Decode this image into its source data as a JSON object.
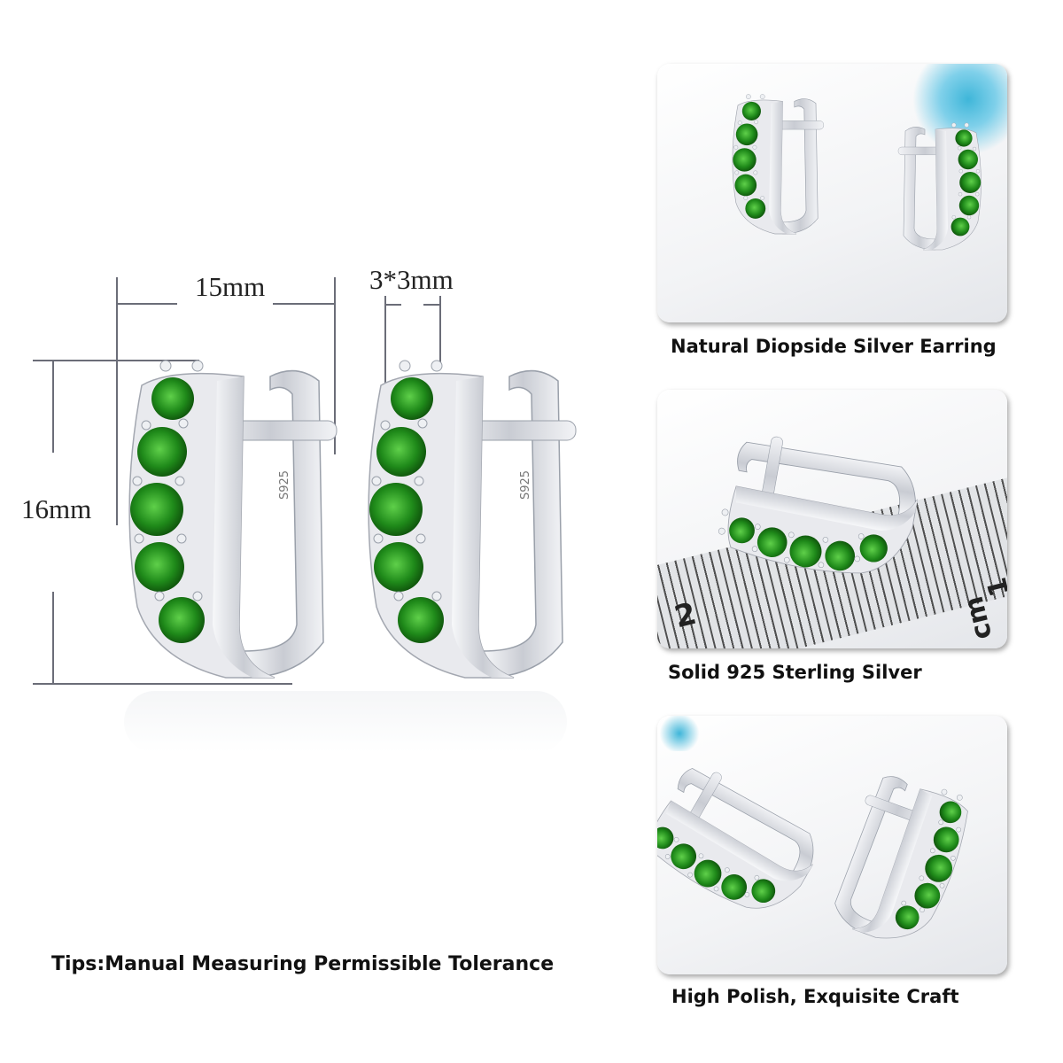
{
  "dimensions": {
    "width_label": "15mm",
    "height_label": "16mm",
    "stone_label": "3*3mm"
  },
  "earring": {
    "stamp": "S925",
    "stone_color": "#1f8a1a",
    "metal_color": "#d9dbe0"
  },
  "tips": "Tips:Manual Measuring Permissible Tolerance",
  "gallery": [
    {
      "caption": "Natural Diopside Silver Earring"
    },
    {
      "caption": "Solid 925 Sterling Silver",
      "ruler_labels": [
        "2",
        "cm",
        "1"
      ]
    },
    {
      "caption": "High Polish, Exquisite Craft"
    }
  ]
}
